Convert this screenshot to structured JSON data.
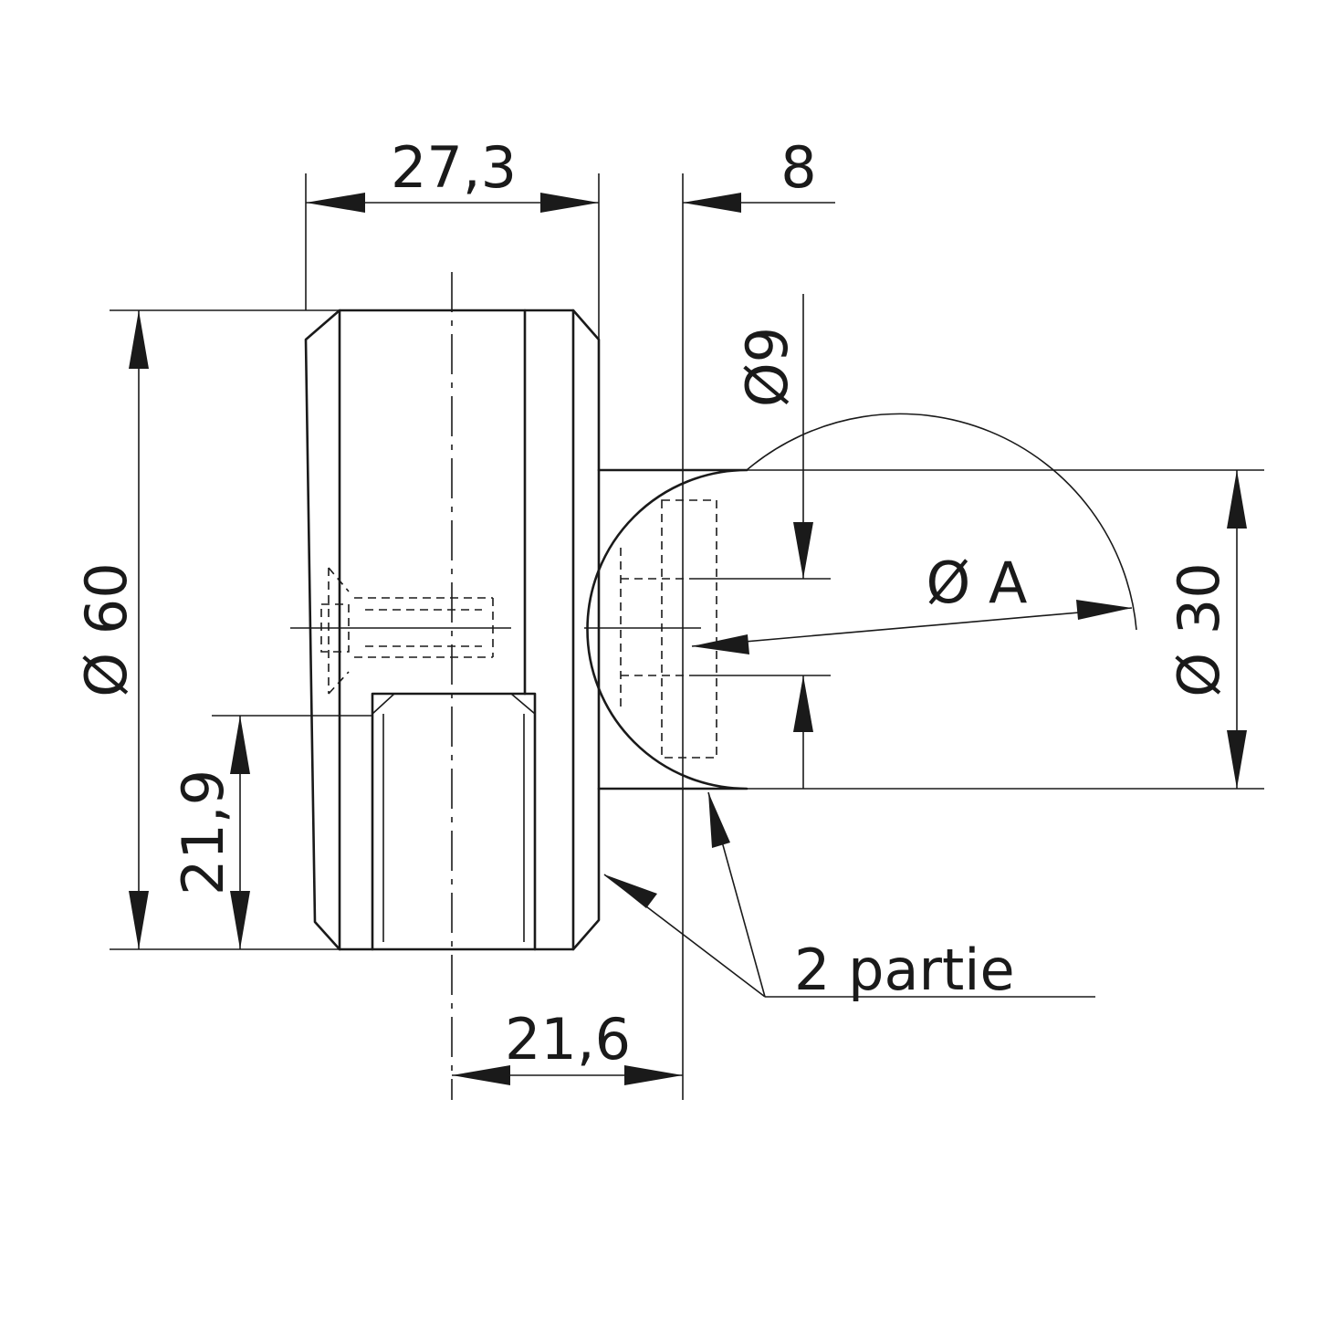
{
  "dimensions": {
    "width_top": "27,3",
    "offset_top": "8",
    "diameter_outer": "Ø 60",
    "diameter_hole": "Ø9",
    "diameter_A": "Ø A",
    "diameter_neck": "Ø 30",
    "height_slot": "21,9",
    "width_bottom": "21,6"
  },
  "callout": {
    "label": "2 partie"
  }
}
